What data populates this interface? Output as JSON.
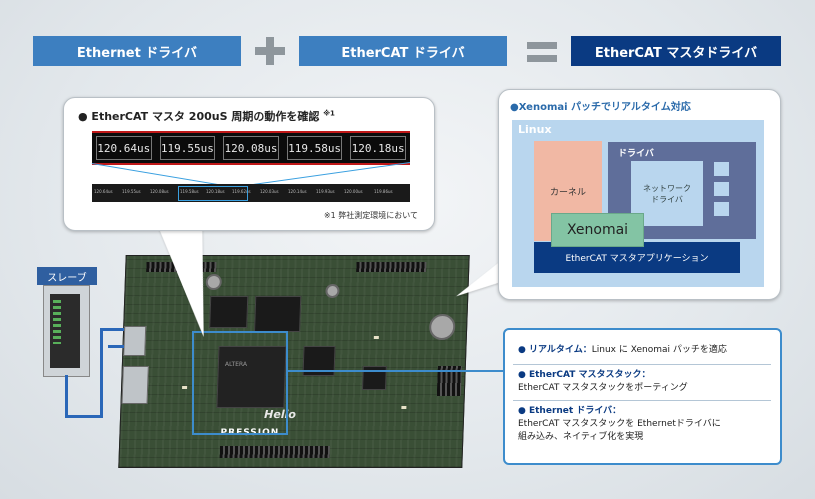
{
  "equation": {
    "left": "Ethernet ドライバ",
    "middle": "EtherCAT ドライバ",
    "result": "EtherCAT マスタドライバ"
  },
  "measurement": {
    "title": "● EtherCAT マスタ 200uS 周期の動作を確認",
    "footnote_mark": "※1",
    "values": [
      "120.64us",
      "119.55us",
      "120.08us",
      "119.58us",
      "120.18us"
    ],
    "zoom_labels": [
      "120.64us",
      "119.55us",
      "120.08us",
      "119.58us",
      "120.18us",
      "119.62us",
      "120.03us",
      "120.14us",
      "119.93us",
      "120.00us",
      "119.86us"
    ],
    "note": "※1 弊社測定環境において"
  },
  "architecture": {
    "title": "●Xenomai パッチでリアルタイム対応",
    "linux": "Linux",
    "kernel": "カーネル",
    "driver": "ドライバ",
    "network_driver": "ネットワーク\nドライバ",
    "xenomai": "Xenomai",
    "application": "EtherCAT マスタアプリケーション"
  },
  "features": [
    {
      "head": "● リアルタイム：",
      "text": "Linux に Xenomai パッチを適応"
    },
    {
      "head": "● EtherCAT マスタスタック：",
      "text": "EtherCAT マスタスタックをポーティング"
    },
    {
      "head": "● Ethernet ドライバ：",
      "text": "EtherCAT マスタスタックを Ethernetドライバに\n組み込み、ネイティブ化を実現"
    }
  ],
  "slave": {
    "label": "スレーブ"
  },
  "board": {
    "name": "Helio",
    "logo": "PRESSION"
  },
  "colors": {
    "light_blue": "#3d7fc0",
    "dark_blue": "#0a3a82",
    "accent": "#3d8ccc"
  }
}
